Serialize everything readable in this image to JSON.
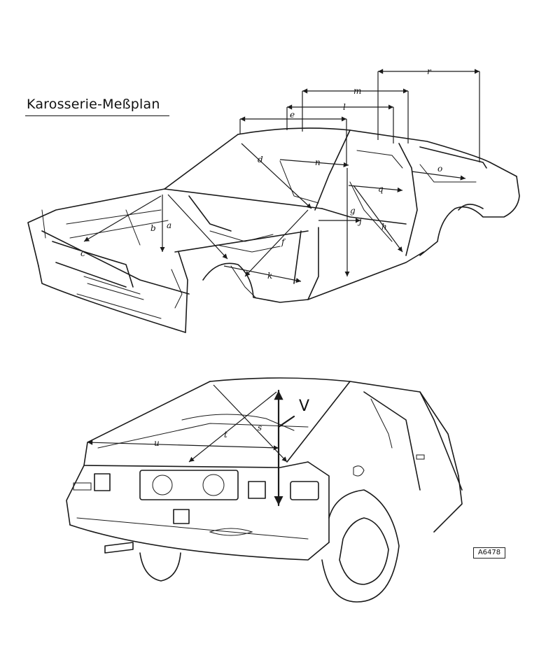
{
  "title": "Karosserie-Meßplan",
  "reference": "A6478",
  "top_view": {
    "measure_labels": [
      "r",
      "m",
      "l",
      "e",
      "d",
      "n",
      "o",
      "c",
      "b",
      "a",
      "q",
      "g",
      "j",
      "h",
      "f",
      "k"
    ]
  },
  "rear_view": {
    "measure_labels": [
      "u",
      "t",
      "s"
    ],
    "point_label": "V"
  }
}
